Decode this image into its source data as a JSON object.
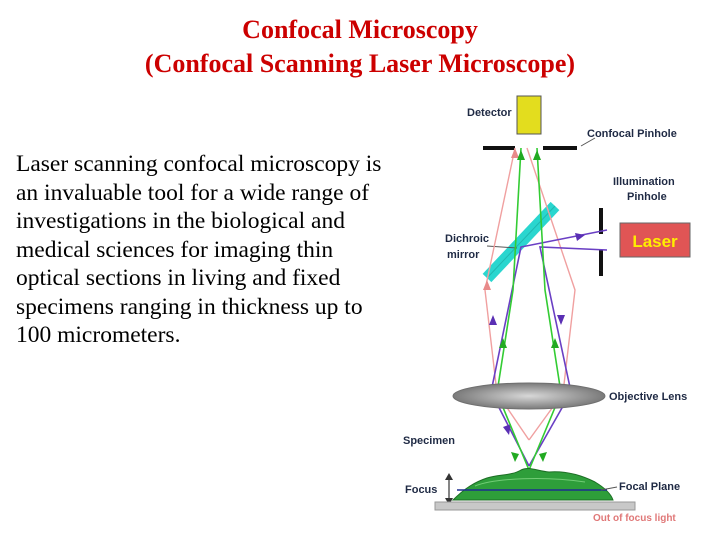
{
  "title": {
    "line1": "Confocal Microscopy",
    "line2": "(Confocal Scanning Laser Microscope)"
  },
  "description": "Laser scanning confocal microscopy is an invaluable tool for a wide range of investigations in the biological and medical sciences for imaging thin optical sections in living and fixed specimens ranging in thickness up to 100 micrometers.",
  "diagram": {
    "labels": {
      "detector": "Detector",
      "confocal_pinhole": "Confocal Pinhole",
      "illumination_line1": "Illumination",
      "illumination_line2": "Pinhole",
      "laser": "Laser",
      "dichroic_line1": "Dichroic",
      "dichroic_line2": "mirror",
      "objective_lens": "Objective Lens",
      "specimen": "Specimen",
      "focus": "Focus",
      "focal_plane": "Focal Plane",
      "out_of_focus": "Out of focus light"
    },
    "colors": {
      "title": "#cc0000",
      "detector": "#e3dd1e",
      "laser_box": "#e05555",
      "laser_text": "#ffee00",
      "dichroic": "#2ad6cf",
      "excitation_beam": "#6a3fc4",
      "emission_beam": "#33cc33",
      "out_of_focus_beam": "#f0a0a0",
      "specimen": "#2e9e3a",
      "lens": "#8a8a8a",
      "focal_plane": "#1d2d8f",
      "label_text": "#1f2a44"
    }
  }
}
